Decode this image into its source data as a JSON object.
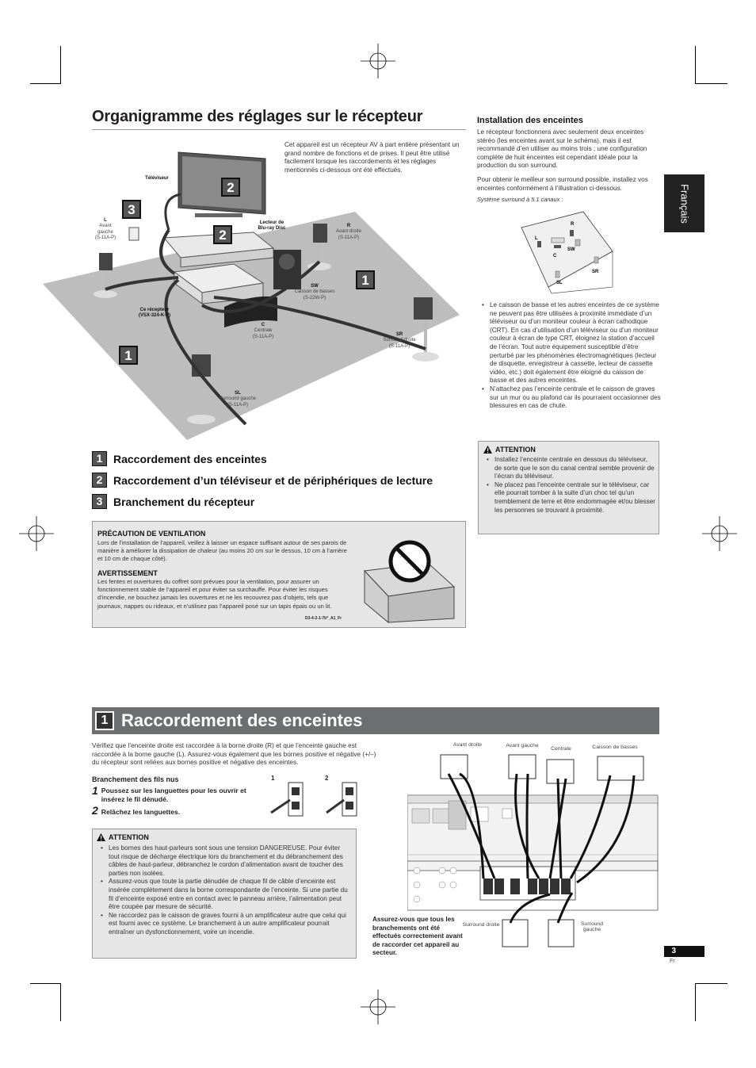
{
  "page_title": "Organigramme des réglages sur le récepteur",
  "language_tab": "Français",
  "intro_text": "Cet appareil est un récepteur AV à part entière présentant un grand nombre de fonctions et de prises. Il peut être utilisé facilement lorsque les raccordements et les réglages mentionnés ci-dessous ont été effectués.",
  "diagram": {
    "tv": "Téléviseur",
    "bluray_title": "Lecteur de",
    "bluray_title2": "Blu-ray Disc",
    "receiver_title": "Ce récepteur",
    "receiver_model": "(VSX-324-K-P)",
    "L": {
      "code": "L",
      "line1": "Avant",
      "line2": "gauche",
      "model": "(S-11A-P)"
    },
    "R": {
      "code": "R",
      "line1": "Avant droite",
      "model": "(S-11A-P)"
    },
    "SW": {
      "code": "SW",
      "line1": "Caisson de basses",
      "model": "(S-22W-P)"
    },
    "C": {
      "code": "C",
      "line1": "Centrale",
      "model": "(S-11A-P)"
    },
    "SR": {
      "code": "SR",
      "line1": "Surround droite",
      "model": "(S-11A-P)"
    },
    "SL": {
      "code": "SL",
      "line1": "Surround gauche",
      "model": "(S-11A-P)"
    },
    "badge1": "1",
    "badge2": "2",
    "badge3": "3"
  },
  "steps": [
    {
      "num": "1",
      "label": "Raccordement des enceintes"
    },
    {
      "num": "2",
      "label": "Raccordement d’un téléviseur et de périphériques de lecture"
    },
    {
      "num": "3",
      "label": "Branchement du récepteur"
    }
  ],
  "ventilation": {
    "heading": "PRÉCAUTION DE VENTILATION",
    "text": "Lors de l’installation de l’appareil, veillez à laisser un espace suffisant autour de ses parois de manière à améliorer la dissipation de chaleur (au moins 20 cm sur le dessus, 10 cm à l’arrière et 10 cm de chaque côté).",
    "warning_heading": "AVERTISSEMENT",
    "warning_text": "Les fentes et ouvertures du coffret sont prévues pour la ventilation, pour assurer un fonctionnement stable de l’appareil et pour éviter sa surchauffe. Pour éviter les risques d’incendie, ne bouchez jamais les ouvertures et ne les recouvrez pas d’objets, tels que journaux, nappes ou rideaux, et n’utilisez pas l’appareil posé sur un tapis épais ou un lit.",
    "code": "D3-4-2-1-7b*_A1_Fr"
  },
  "installation": {
    "heading": "Installation des enceintes",
    "p1": "Le récepteur fonctionnera avec seulement deux enceintes stéréo (les enceintes avant sur le schéma), mais il est recommandé d’en utiliser au moins trois ; une configuration complète de huit enceintes est cependant idéale pour la production du son surround.",
    "p2": "Pour obtenir le meilleur son surround possible, installez vos enceintes conformément à l’illustration ci-dessous.",
    "caption": "Système surround à 5.1 canaux :",
    "room_labels": {
      "L": "L",
      "R": "R",
      "C": "C",
      "SW": "SW",
      "SL": "SL",
      "SR": "SR"
    },
    "bullets": [
      "Le caisson de basse et les autres enceintes de ce système ne peuvent pas être utilisées à proximité immédiate d’un téléviseur ou d’un moniteur couleur à écran cathodique (CRT). En cas d’utilisation d’un téléviseur ou d’un moniteur couleur à écran de type CRT, éloignez la station d’accueil de l’écran. Tout autre équipement susceptible d’être perturbé par les phénomènes électromagnétiques (lecteur de disquette, enregistreur à cassette, lecteur de cassette vidéo, etc.) doit également être éloigné du caisson de basse et des autres enceintes.",
      "N’attachez pas l’enceinte centrale et le caisson de graves sur un mur ou au plafond car ils pourraient occasionner des blessures en cas de chute."
    ]
  },
  "attention_right": {
    "heading": "ATTENTION",
    "bullets": [
      "Installez l’enceinte centrale en dessous du téléviseur, de sorte que le son du canal central semble provenir de l’écran du téléviseur.",
      "Ne placez pas l’enceinte centrale sur le téléviseur, car elle pourrait tomber à la suite d’un choc tel qu’un tremblement de terre et être endommagée et/ou blesser les personnes se trouvant à proximité."
    ]
  },
  "section": {
    "num": "1",
    "title": "Raccordement des enceintes",
    "intro": "Vérifiez que l’enceinte droite est raccordée à la borne droite (R) et que l’enceinte gauche est raccordée à la borne gauche (L). Assurez-vous également que les bornes positive et négative (+/–) du récepteur sont reliées aux bornes positive et négative des enceintes.",
    "bare_wire_heading": "Branchement des fils nus",
    "step1_num": "1",
    "step1": "Poussez sur les languettes pour les ouvrir et insérez le fil dénudé.",
    "step2_num": "2",
    "step2": "Relâchez les languettes.",
    "fig1": "1",
    "fig2": "2"
  },
  "attention_bottom": {
    "heading": "ATTENTION",
    "bullets": [
      "Les bornes des haut-parleurs sont sous une tension DANGEREUSE. Pour éviter tout risque de décharge électrique lors du branchement et du débranchement des câbles de haut-parleur, débranchez le cordon d’alimentation avant de toucher des parties non isolées.",
      "Assurez-vous que toute la partie dénudée de chaque fil de câble d’enceinte est insérée complètement dans la borne correspondante de l’enceinte. Si une partie du fil d’enceinte exposé entre en contact avec le panneau arrière, l’alimentation peut être coupée par mesure de sécurité.",
      "Ne raccordez pas le caisson de graves fourni à un amplificateur autre que celui qui est fourni avec ce système. Le branchement à un autre amplificateur pourrait entraîner un dysfonctionnement, voire un incendie."
    ]
  },
  "wiring": {
    "avant_droite": "Avant droite",
    "avant_gauche": "Avant gauche",
    "centrale": "Centrale",
    "caisson": "Caisson de basses",
    "surround_droite": "Surround droite",
    "surround_gauche": "Surround gauche",
    "warning": "Assurez-vous que tous les branchements ont été effectués correctement avant de raccorder cet appareil au secteur."
  },
  "page_number": "3",
  "page_lang": "Fr"
}
